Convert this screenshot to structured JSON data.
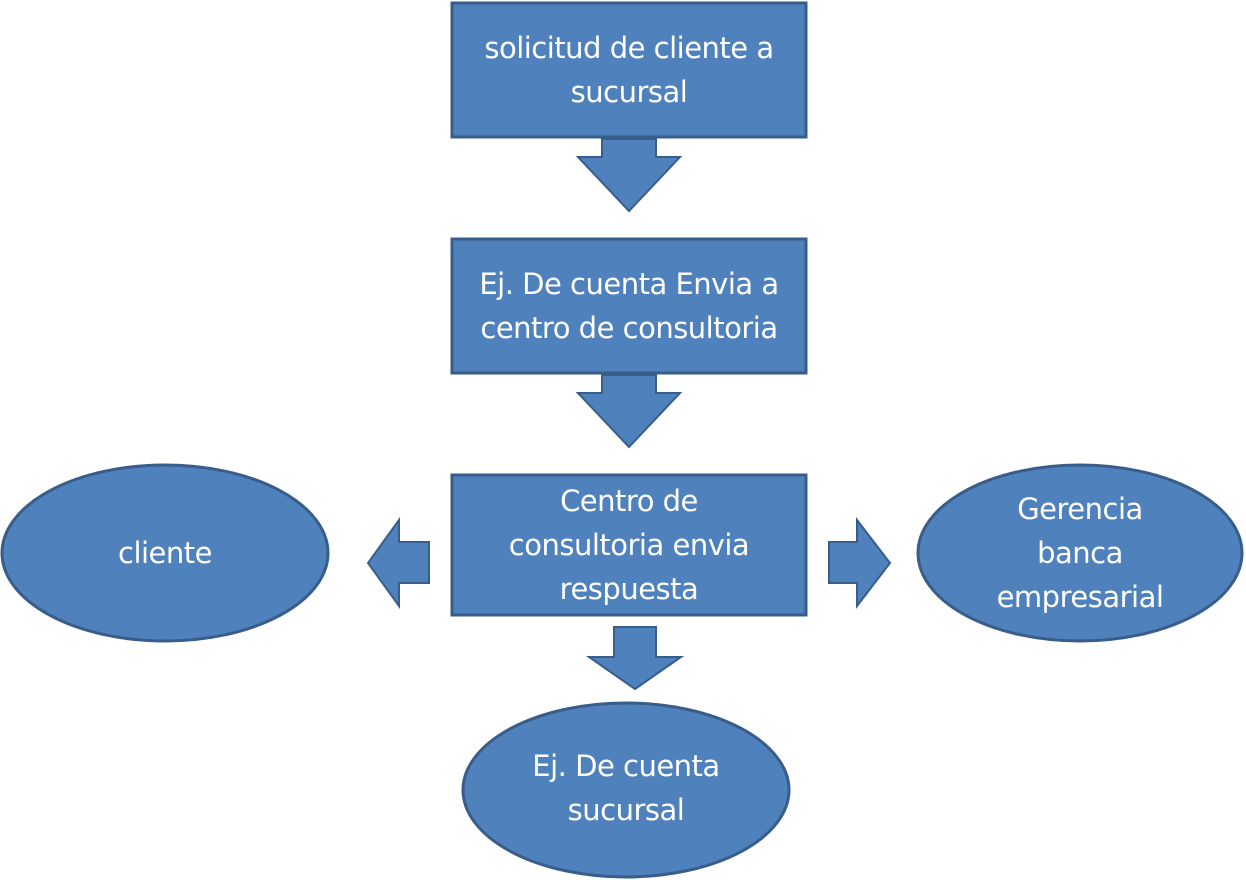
{
  "colors": {
    "fill": "#4f81bd",
    "stroke": "#385d8a",
    "text": "#ffffff"
  },
  "nodes": {
    "step1": {
      "lines": [
        "solicitud de cliente a",
        "sucursal"
      ]
    },
    "step2": {
      "lines": [
        "Ej. De cuenta Envia a",
        "centro de consultoria"
      ]
    },
    "step3": {
      "lines": [
        "Centro de",
        "consultoria envia",
        "respuesta"
      ]
    },
    "cliente": {
      "lines": [
        "cliente"
      ]
    },
    "gerencia": {
      "lines": [
        "Gerencia",
        "banca",
        "empresarial"
      ]
    },
    "ejecutivo": {
      "lines": [
        "Ej. De cuenta",
        "sucursal"
      ]
    }
  }
}
